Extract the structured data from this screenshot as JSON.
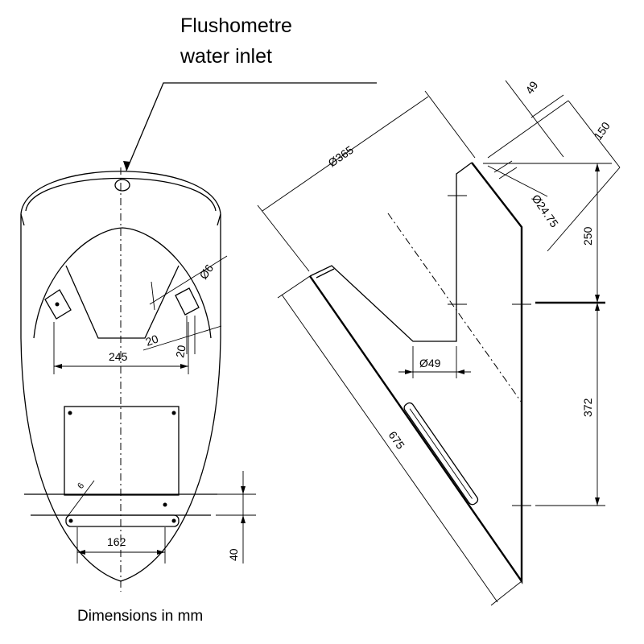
{
  "labels": {
    "inlet_line1": "Flushometre",
    "inlet_line2": "water inlet",
    "caption": "Dimensions in mm"
  },
  "dimensions": {
    "d365": "Ø365",
    "d49_top": "49",
    "d150": "150",
    "d2475": "Ø24.75",
    "d250": "250",
    "d372": "372",
    "d675": "675",
    "d49_outlet": "Ø49",
    "d6": "Ø6",
    "d20": "20",
    "d20b": "20",
    "d245": "245",
    "d162": "162",
    "d6b": "6",
    "d40": "40"
  }
}
